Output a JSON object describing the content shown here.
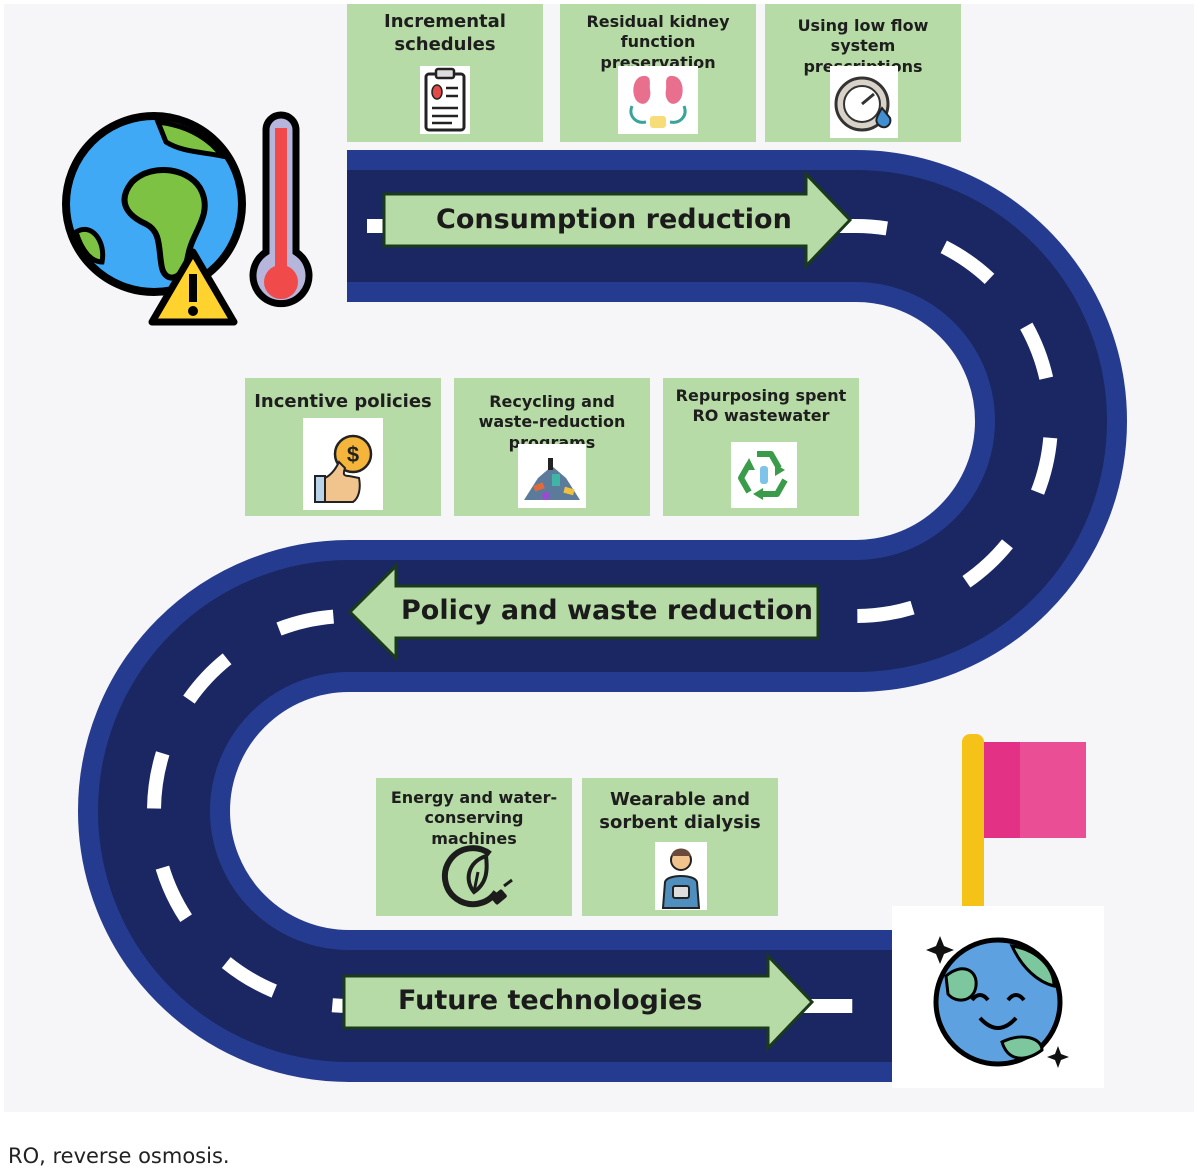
{
  "stages": [
    {
      "label": "Consumption reduction",
      "direction": "right"
    },
    {
      "label": "Policy and waste reduction",
      "direction": "left"
    },
    {
      "label": "Future technologies",
      "direction": "right"
    }
  ],
  "boxes": {
    "b1": {
      "label": "Incremental schedules",
      "icon": "clipboard-kidney-icon"
    },
    "b2": {
      "label": "Residual kidney function preservation",
      "icon": "kidneys-icon"
    },
    "b3": {
      "label": "Using low flow system prescriptions",
      "icon": "flow-gauge-icon"
    },
    "b4": {
      "label": "Incentive policies",
      "icon": "thumbs-up-coin-icon"
    },
    "b5": {
      "label": "Recycling and waste-reduction programs",
      "icon": "waste-pile-icon"
    },
    "b6": {
      "label": "Repurposing spent RO wastewater",
      "icon": "recycle-icon"
    },
    "b7": {
      "label": "Energy and water-conserving machines",
      "icon": "eco-plug-icon"
    },
    "b8": {
      "label": "Wearable and sorbent dialysis",
      "icon": "wearable-person-icon"
    }
  },
  "start_icons": [
    "warming-earth-icon",
    "warning-icon",
    "thermometer-icon"
  ],
  "end_icons": [
    "flag-icon",
    "happy-earth-icon"
  ],
  "caption": "RO, reverse osmosis.",
  "colors": {
    "road_outer": "#253b8f",
    "road_inner": "#1a2763",
    "box_fill": "#b7dba6",
    "arrow_fill": "#b7dba6",
    "flag": "#e8348a"
  }
}
